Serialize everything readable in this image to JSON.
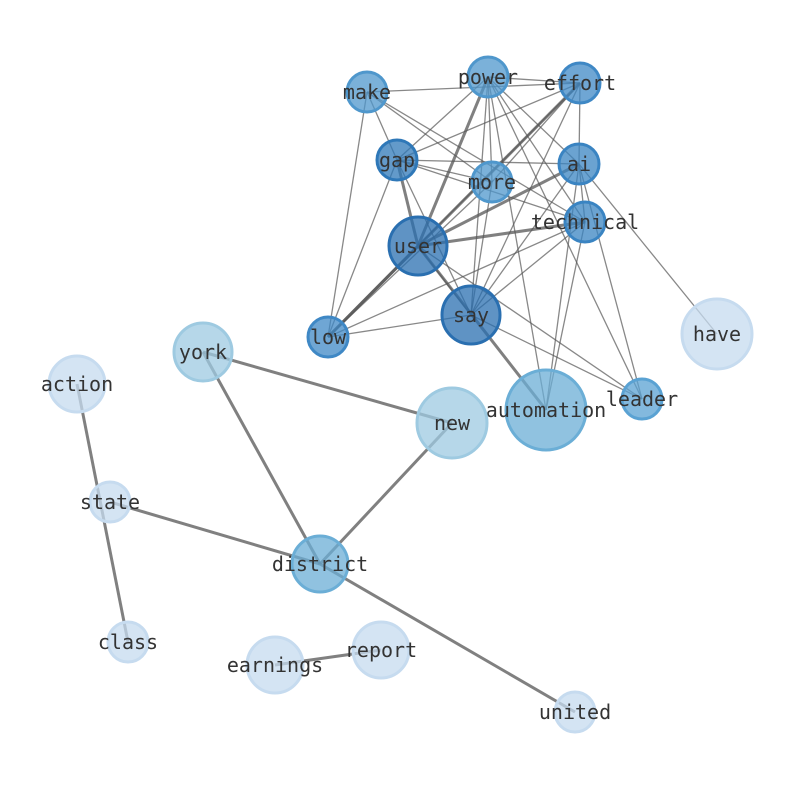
{
  "graph": {
    "type": "network",
    "nodes": [
      {
        "id": "make",
        "label": "make",
        "weight": 1,
        "shade": "#4f97cc"
      },
      {
        "id": "power",
        "label": "power",
        "weight": 1,
        "shade": "#4f97cc"
      },
      {
        "id": "effort",
        "label": "effort",
        "weight": 1,
        "shade": "#3f88c5"
      },
      {
        "id": "gap",
        "label": "gap",
        "weight": 1,
        "shade": "#2f78b8"
      },
      {
        "id": "ai",
        "label": "ai",
        "weight": 1,
        "shade": "#3a84c2"
      },
      {
        "id": "more",
        "label": "more",
        "weight": 1,
        "shade": "#4f97cc"
      },
      {
        "id": "technical",
        "label": "technical",
        "weight": 1,
        "shade": "#3a84c2"
      },
      {
        "id": "user",
        "label": "user",
        "weight": 2,
        "shade": "#2a6fb0"
      },
      {
        "id": "say",
        "label": "say",
        "weight": 2,
        "shade": "#2a6fb0"
      },
      {
        "id": "low",
        "label": "low",
        "weight": 1,
        "shade": "#3f88c5"
      },
      {
        "id": "have",
        "label": "have",
        "weight": 3,
        "shade": "#c6dbef"
      },
      {
        "id": "york",
        "label": "york",
        "weight": 2,
        "shade": "#9ecae1"
      },
      {
        "id": "action",
        "label": "action",
        "weight": 2,
        "shade": "#c6dbef"
      },
      {
        "id": "automation",
        "label": "automation",
        "weight": 4,
        "shade": "#6baed6"
      },
      {
        "id": "leader",
        "label": "leader",
        "weight": 1,
        "shade": "#5aa2d3"
      },
      {
        "id": "new",
        "label": "new",
        "weight": 3,
        "shade": "#9ecae1"
      },
      {
        "id": "state",
        "label": "state",
        "weight": 1,
        "shade": "#c6dbef"
      },
      {
        "id": "district",
        "label": "district",
        "weight": 2,
        "shade": "#6baed6"
      },
      {
        "id": "class",
        "label": "class",
        "weight": 1,
        "shade": "#c6dbef"
      },
      {
        "id": "earnings",
        "label": "earnings",
        "weight": 2,
        "shade": "#c6dbef"
      },
      {
        "id": "report",
        "label": "report",
        "weight": 2,
        "shade": "#c6dbef"
      },
      {
        "id": "united",
        "label": "united",
        "weight": 1,
        "shade": "#c6dbef"
      }
    ],
    "edges": [
      [
        "make",
        "effort",
        1
      ],
      [
        "make",
        "low",
        1
      ],
      [
        "make",
        "gap",
        1
      ],
      [
        "make",
        "more",
        1
      ],
      [
        "make",
        "technical",
        1
      ],
      [
        "power",
        "gap",
        1
      ],
      [
        "power",
        "user",
        2
      ],
      [
        "power",
        "more",
        1
      ],
      [
        "power",
        "say",
        1
      ],
      [
        "power",
        "automation",
        1
      ],
      [
        "power",
        "technical",
        1
      ],
      [
        "power",
        "ai",
        1
      ],
      [
        "power",
        "leader",
        1
      ],
      [
        "power",
        "effort",
        1
      ],
      [
        "effort",
        "gap",
        1
      ],
      [
        "effort",
        "user",
        1
      ],
      [
        "effort",
        "more",
        1
      ],
      [
        "effort",
        "low",
        2
      ],
      [
        "effort",
        "ai",
        1
      ],
      [
        "effort",
        "say",
        1
      ],
      [
        "gap",
        "ai",
        1
      ],
      [
        "gap",
        "technical",
        1
      ],
      [
        "gap",
        "more",
        1
      ],
      [
        "gap",
        "user",
        2
      ],
      [
        "gap",
        "say",
        1
      ],
      [
        "gap",
        "low",
        1
      ],
      [
        "ai",
        "user",
        2
      ],
      [
        "ai",
        "say",
        1
      ],
      [
        "ai",
        "technical",
        1
      ],
      [
        "ai",
        "automation",
        1
      ],
      [
        "ai",
        "have",
        1
      ],
      [
        "ai",
        "leader",
        1
      ],
      [
        "technical",
        "user",
        2
      ],
      [
        "technical",
        "say",
        1
      ],
      [
        "technical",
        "low",
        1
      ],
      [
        "technical",
        "automation",
        1
      ],
      [
        "user",
        "low",
        2
      ],
      [
        "user",
        "say",
        1
      ],
      [
        "user",
        "leader",
        1
      ],
      [
        "user",
        "automation",
        2
      ],
      [
        "say",
        "low",
        1
      ],
      [
        "say",
        "leader",
        1
      ],
      [
        "more",
        "say",
        1
      ],
      [
        "more",
        "low",
        1
      ],
      [
        "york",
        "new",
        2
      ],
      [
        "york",
        "district",
        2
      ],
      [
        "new",
        "district",
        2
      ],
      [
        "action",
        "class",
        2
      ],
      [
        "state",
        "district",
        2
      ],
      [
        "earnings",
        "report",
        2
      ],
      [
        "district",
        "united",
        2
      ]
    ]
  }
}
